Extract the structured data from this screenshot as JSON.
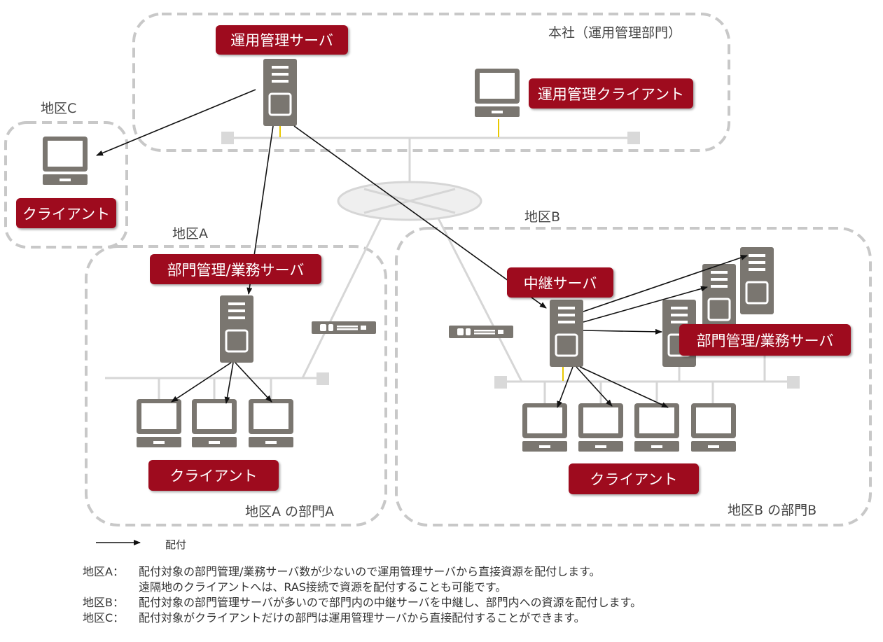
{
  "regions": {
    "hq": "本社（運用管理部門）",
    "areaC": "地区C",
    "areaA": "地区A",
    "areaB": "地区B",
    "areaADept": "地区A の部門A",
    "areaBDept": "地区B の部門B"
  },
  "badges": {
    "mgmtServer": "運用管理サーバ",
    "mgmtClient": "運用管理クライアント",
    "clientC": "クライアント",
    "deptServerA": "部門管理/業務サーバ",
    "relayServer": "中継サーバ",
    "deptServerB": "部門管理/業務サーバ",
    "clientA": "クライアント",
    "clientB": "クライアント"
  },
  "legend": {
    "arrow_label": "配付"
  },
  "notes": [
    {
      "key": "地区A：",
      "text": "配付対象の部門管理/業務サーバ数が少ないので運用管理サーバから直接資源を配付します。"
    },
    {
      "key": "",
      "text": "遠隔地のクライアントへは、RAS接続で資源を配付することも可能です。"
    },
    {
      "key": "地区B：",
      "text": "配付対象の部門管理サーバが多いので部門内の中継サーバを中継し、部門内への資源を配付します。"
    },
    {
      "key": "地区C：",
      "text": "配付対象がクライアントだけの部門は運用管理サーバから直接配付することができます。"
    }
  ],
  "colors": {
    "accent": "#9e0b1e",
    "device": "#7a7670",
    "network": "#d4d4d4",
    "dashed_border": "#c8c8c8"
  },
  "icons": [
    "server-icon",
    "client-pc-icon",
    "router-icon",
    "switch-icon",
    "arrow-icon"
  ]
}
